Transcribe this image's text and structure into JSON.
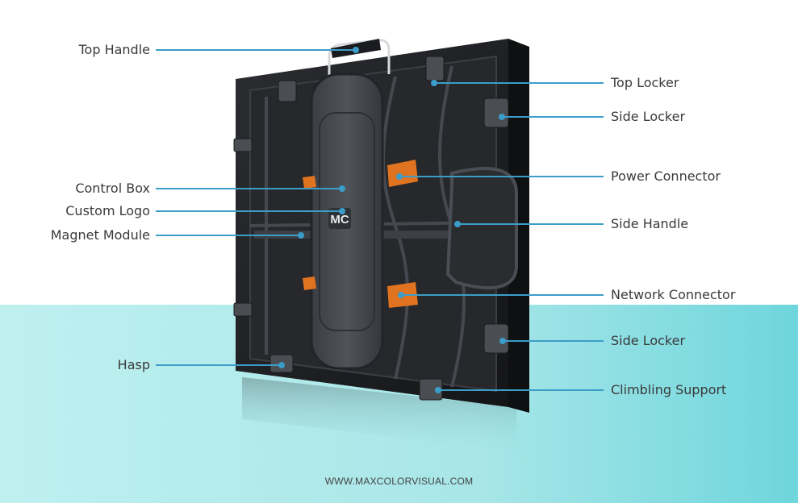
{
  "labels": {
    "top_handle": "Top Handle",
    "control_box": "Control Box",
    "custom_logo": "Custom Logo",
    "magnet_module": "Magnet Module",
    "hasp": "Hasp",
    "top_locker": "Top Locker",
    "side_locker_top": "Side Locker",
    "power_connector": "Power Connector",
    "side_handle": "Side Handle",
    "network_connector": "Network Connector",
    "side_locker_bottom": "Side Locker",
    "climbing_support": "Climbling Support"
  },
  "logo_text": "MC",
  "footer": {
    "website": "WWW.MAXCOLORVISUAL.COM"
  },
  "colors": {
    "leader_line": "#3c9dc9",
    "dot": "#3c9dc9",
    "panel_dark": "#1e1f22",
    "panel_mid": "#33363b",
    "connector_orange": "#e0731f"
  }
}
